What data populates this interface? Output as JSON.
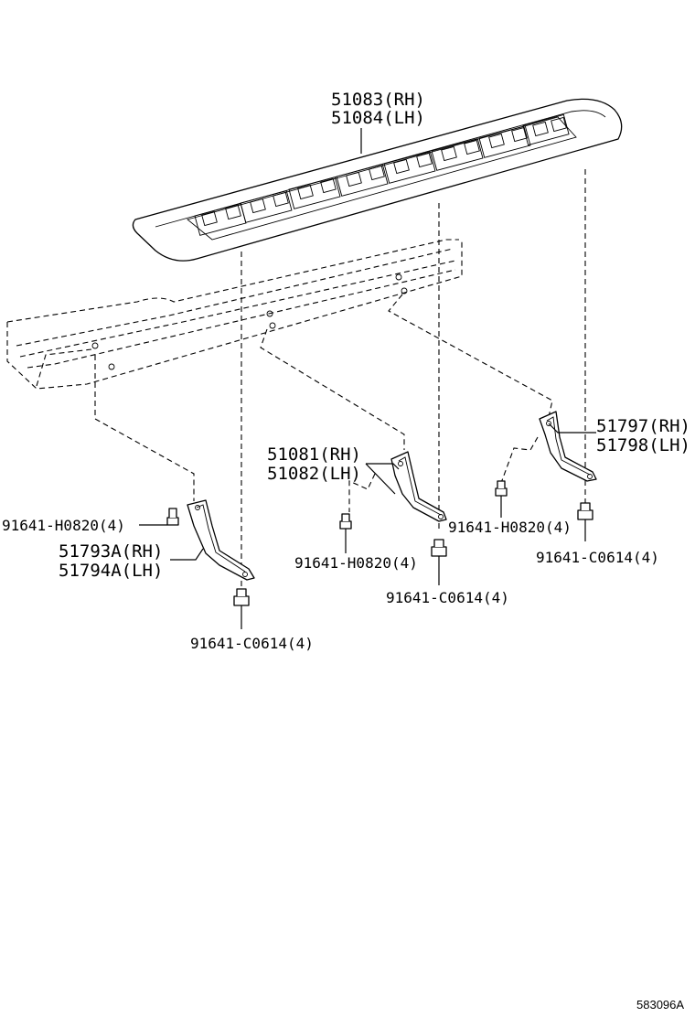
{
  "labels": {
    "step_rh": "51083(RH)",
    "step_lh": "51084(LH)",
    "brk_rear_rh": "51797(RH)",
    "brk_rear_lh": "51798(LH)",
    "brk_mid_rh": "51081(RH)",
    "brk_mid_lh": "51082(LH)",
    "brk_front_rh": "51793A(RH)",
    "brk_front_lh": "51794A(LH)",
    "bolt_h_left": "91641-H0820(4)",
    "bolt_h_mid": "91641-H0820(4)",
    "bolt_h_right": "91641-H0820(4)",
    "bolt_c_left": "91641-C0614(4)",
    "bolt_c_mid": "91641-C0614(4)",
    "bolt_c_right": "91641-C0614(4)"
  },
  "diagram_code": "583096A"
}
